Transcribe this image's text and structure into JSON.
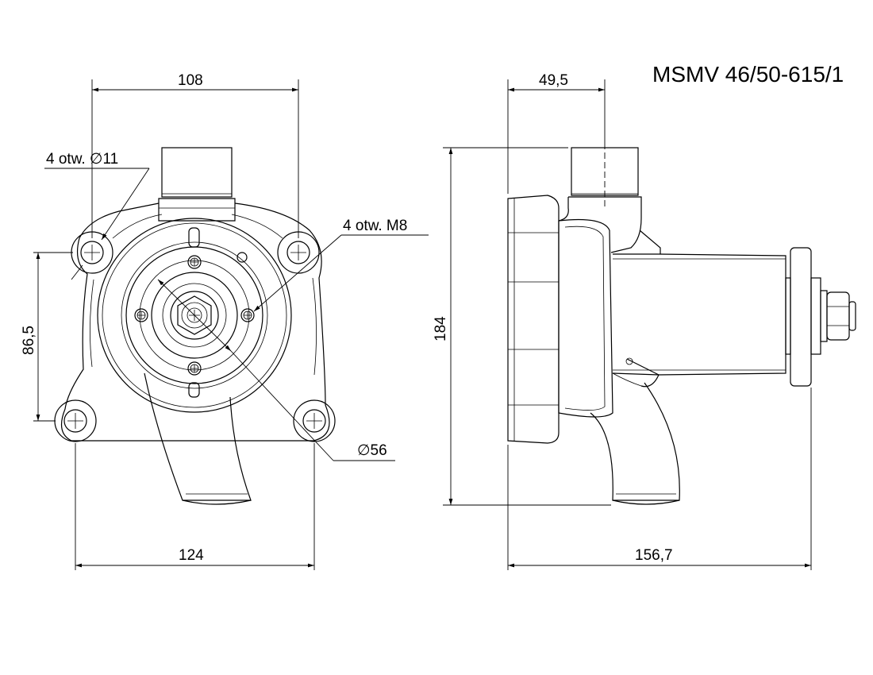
{
  "drawing": {
    "title": "MSMV 46/50-615/1",
    "front_view": {
      "dim_top_width": "108",
      "dim_bottom_width": "124",
      "dim_left_height": "86,5",
      "hole_note_left": "4 otw. ∅11",
      "hole_note_right": "4 otw. M8",
      "circle_diameter": "∅56"
    },
    "side_view": {
      "dim_top_offset": "49,5",
      "dim_height": "184",
      "dim_total_length": "156,7"
    }
  }
}
